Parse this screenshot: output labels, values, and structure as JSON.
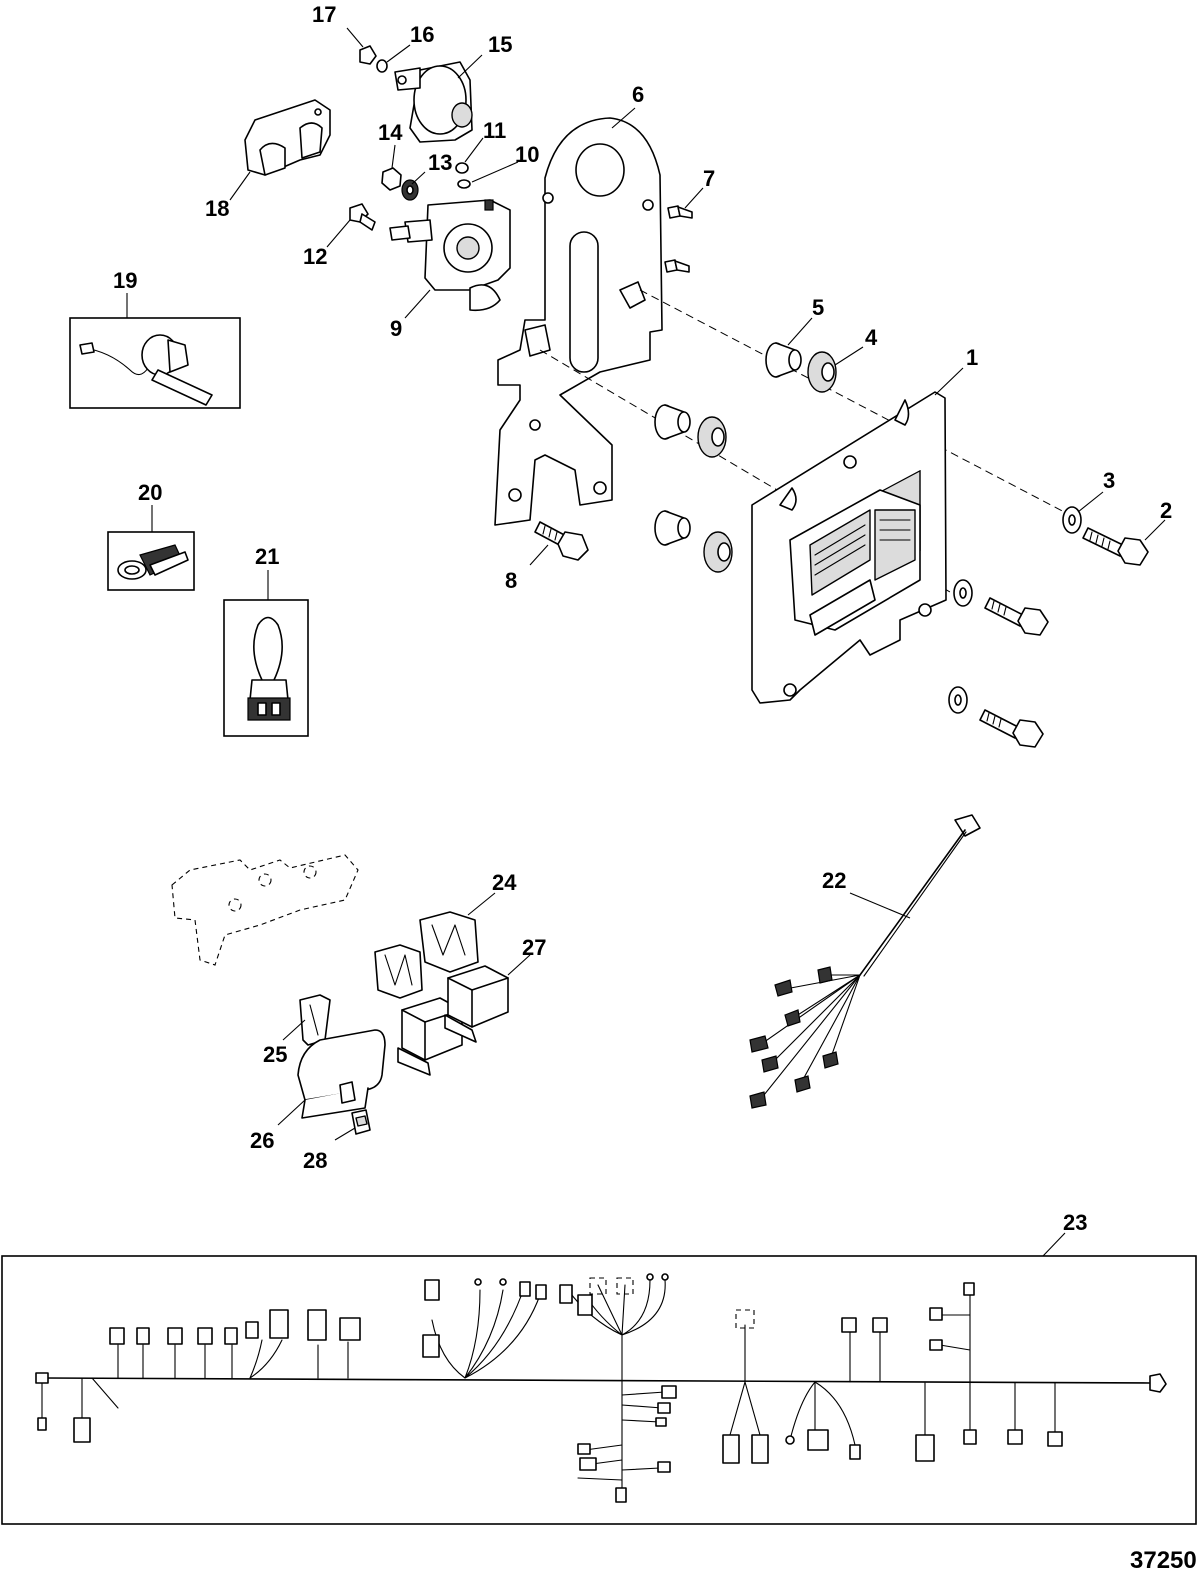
{
  "figure_number": "37250",
  "callouts": [
    "1",
    "2",
    "3",
    "4",
    "5",
    "6",
    "7",
    "8",
    "9",
    "10",
    "11",
    "12",
    "13",
    "14",
    "15",
    "16",
    "17",
    "18",
    "19",
    "20",
    "21",
    "22",
    "23",
    "24",
    "25",
    "26",
    "27",
    "28"
  ]
}
